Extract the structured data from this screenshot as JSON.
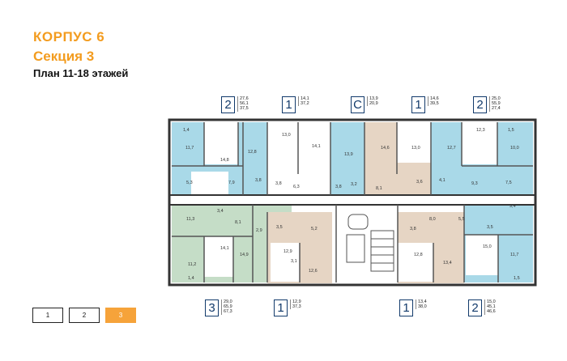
{
  "header": {
    "building": "КОРПУС 6",
    "section": "Секция 3",
    "floors": "План 11-18 этажей"
  },
  "colors": {
    "accent": "#f39c1f",
    "blue": "#a9d9e8",
    "green": "#c5ddc7",
    "beige": "#e6d5c4",
    "navy": "#123a6b",
    "active_tab": "#f6a33a"
  },
  "apartments_top": [
    {
      "rooms": "2",
      "areas": [
        "27,6",
        "56,1",
        "37,5"
      ]
    },
    {
      "rooms": "1",
      "areas": [
        "14,1",
        "37,2"
      ]
    },
    {
      "rooms": "С",
      "areas": [
        "13,9",
        "20,9"
      ]
    },
    {
      "rooms": "1",
      "areas": [
        "14,6",
        "39,5"
      ]
    },
    {
      "rooms": "2",
      "areas": [
        "25,0",
        "55,9",
        "27,4"
      ]
    }
  ],
  "apartments_bottom": [
    {
      "rooms": "3",
      "areas": [
        "29,0",
        "65,9",
        "67,3"
      ]
    },
    {
      "rooms": "1",
      "areas": [
        "12,9",
        "37,3"
      ]
    },
    {
      "rooms": "1",
      "areas": [
        "13,4",
        "38,0"
      ]
    },
    {
      "rooms": "2",
      "areas": [
        "15,0",
        "45,1",
        "46,6"
      ]
    }
  ],
  "room_labels": [
    "1,4",
    "14,8",
    "7,9",
    "11,7",
    "12,8",
    "3,8",
    "5,3",
    "13,0",
    "14,1",
    "3,8",
    "6,3",
    "13,9",
    "3,8",
    "3,2",
    "14,6",
    "13,0",
    "8,1",
    "3,6",
    "4,1",
    "12,7",
    "12,3",
    "1,5",
    "10,0",
    "9,3",
    "7,5",
    "3,4",
    "8,1",
    "11,3",
    "14,1",
    "2,9",
    "14,9",
    "11,2",
    "1,4",
    "3,5",
    "5,2",
    "12,9",
    "3,1",
    "12,6",
    "8,0",
    "3,8",
    "12,8",
    "13,4",
    "5,5",
    "3,5",
    "9,4",
    "15,0",
    "11,7",
    "1,5"
  ],
  "sections": {
    "items": [
      "1",
      "2",
      "3"
    ],
    "active": "3"
  }
}
